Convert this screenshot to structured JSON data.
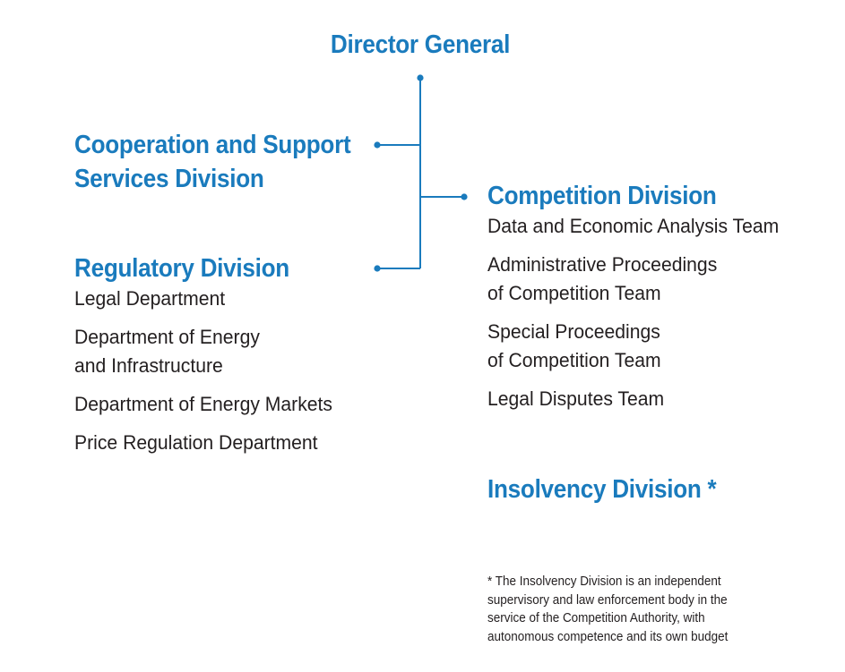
{
  "colors": {
    "accent": "#1a7bbd",
    "text": "#231f20",
    "line": "#1a7bbd"
  },
  "director": {
    "title": "Director General"
  },
  "cooperation": {
    "line1": "Cooperation and Support",
    "line2": "Services Division"
  },
  "regulatory": {
    "title": "Regulatory Division",
    "items": [
      {
        "line1": "Legal Department",
        "line2": ""
      },
      {
        "line1": "Department of Energy",
        "line2": "and Infrastructure"
      },
      {
        "line1": "Department of Energy Markets",
        "line2": ""
      },
      {
        "line1": "Price Regulation Department",
        "line2": ""
      }
    ]
  },
  "competition": {
    "title": "Competition Division",
    "items": [
      {
        "line1": "Data and Economic Analysis Team",
        "line2": ""
      },
      {
        "line1": "Administrative Proceedings",
        "line2": "of Competition Team"
      },
      {
        "line1": "Special Proceedings",
        "line2": "of Competition Team"
      },
      {
        "line1": "Legal Disputes Team",
        "line2": ""
      }
    ]
  },
  "insolvency": {
    "title": "Insolvency Division *"
  },
  "footnote": {
    "lines": [
      "* The Insolvency Division is an independent",
      "supervisory and law enforcement body in the",
      "service of the Competition Authority, with",
      "autonomous competence and its own budget"
    ]
  }
}
